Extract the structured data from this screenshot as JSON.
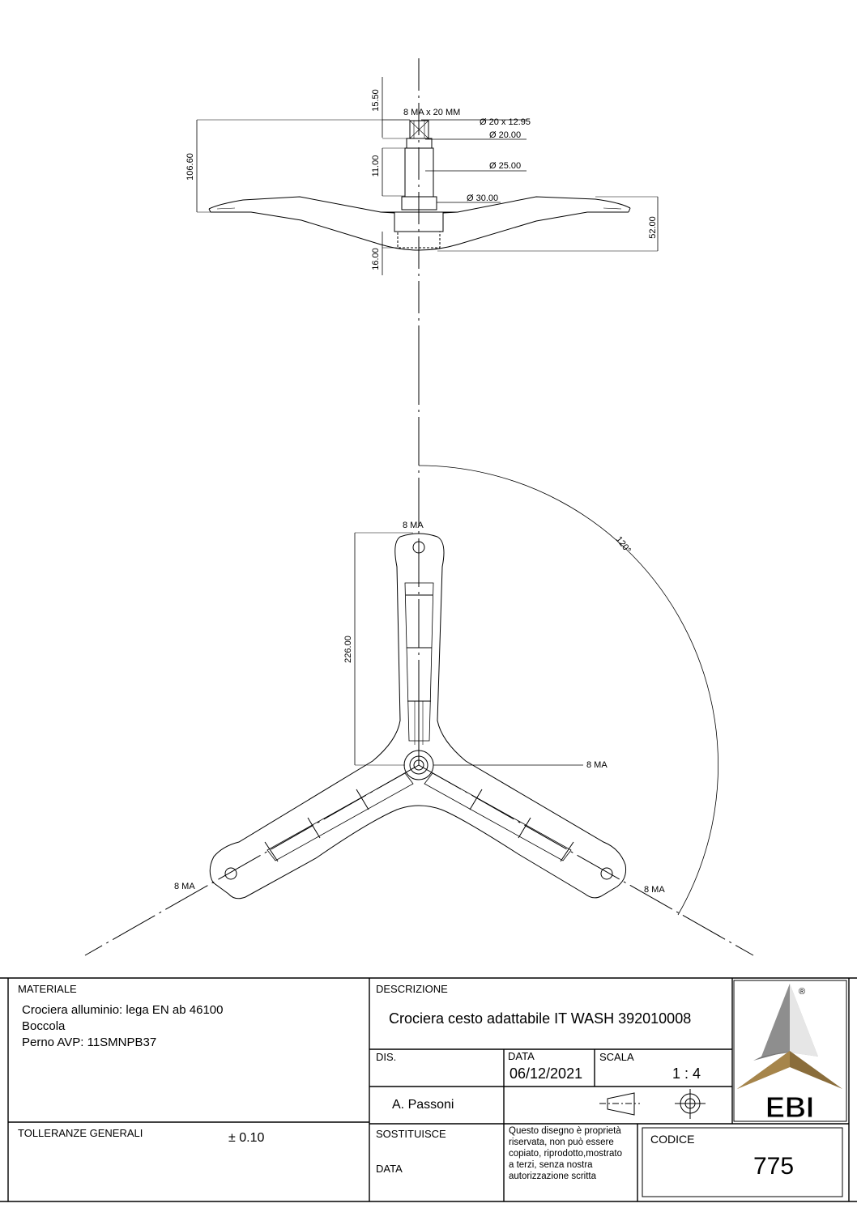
{
  "drawing": {
    "side_view": {
      "dim_thread_height": "15.50",
      "dim_thread": "8 MA x 20 MM",
      "dim_dia_thread": "Ø 20 x 12.95",
      "dim_dia_20": "Ø 20.00",
      "dim_dia_25": "Ø 25.00",
      "dim_shaft_11": "11.00",
      "dim_overall_height": "106.60",
      "dim_dia_30": "Ø 30.00",
      "dim_hub_height": "52.00",
      "dim_bush_16": "16.00"
    },
    "top_view": {
      "label_hole_top": "8 MA",
      "dim_arm_length": "226.00",
      "angle": "120°",
      "label_hub": "8 MA",
      "label_hole_left": "8 MA",
      "label_hole_right": "8 MA"
    }
  },
  "title_block": {
    "materiale_label": "MATERIALE",
    "materiale_lines": [
      "Crociera alluminio: lega EN ab 46100",
      "Boccola",
      "Perno AVP: 11SMNPB37"
    ],
    "descrizione_label": "DESCRIZIONE",
    "descrizione": "Crociera cesto adattabile IT WASH 392010008",
    "dis_label": "DIS.",
    "dis_value": "A. Passoni",
    "data_label": "DATA",
    "data_value": "06/12/2021",
    "scala_label": "SCALA",
    "scala_value": "1 : 4",
    "tolleranze_label": "TOLLERANZE GENERALI",
    "tolleranze_value": "± 0.10",
    "sostituisce_label": "SOSTITUISCE",
    "data2_label": "DATA",
    "notice_lines": [
      "Questo disegno è proprietà",
      "riservata, non può essere",
      "copiato, riprodotto,mostrato",
      "a terzi, senza nostra",
      "autorizzazione scritta"
    ],
    "codice_label": "CODICE",
    "codice_value": "775",
    "logo_text": "EBI",
    "logo_mark": "®"
  }
}
